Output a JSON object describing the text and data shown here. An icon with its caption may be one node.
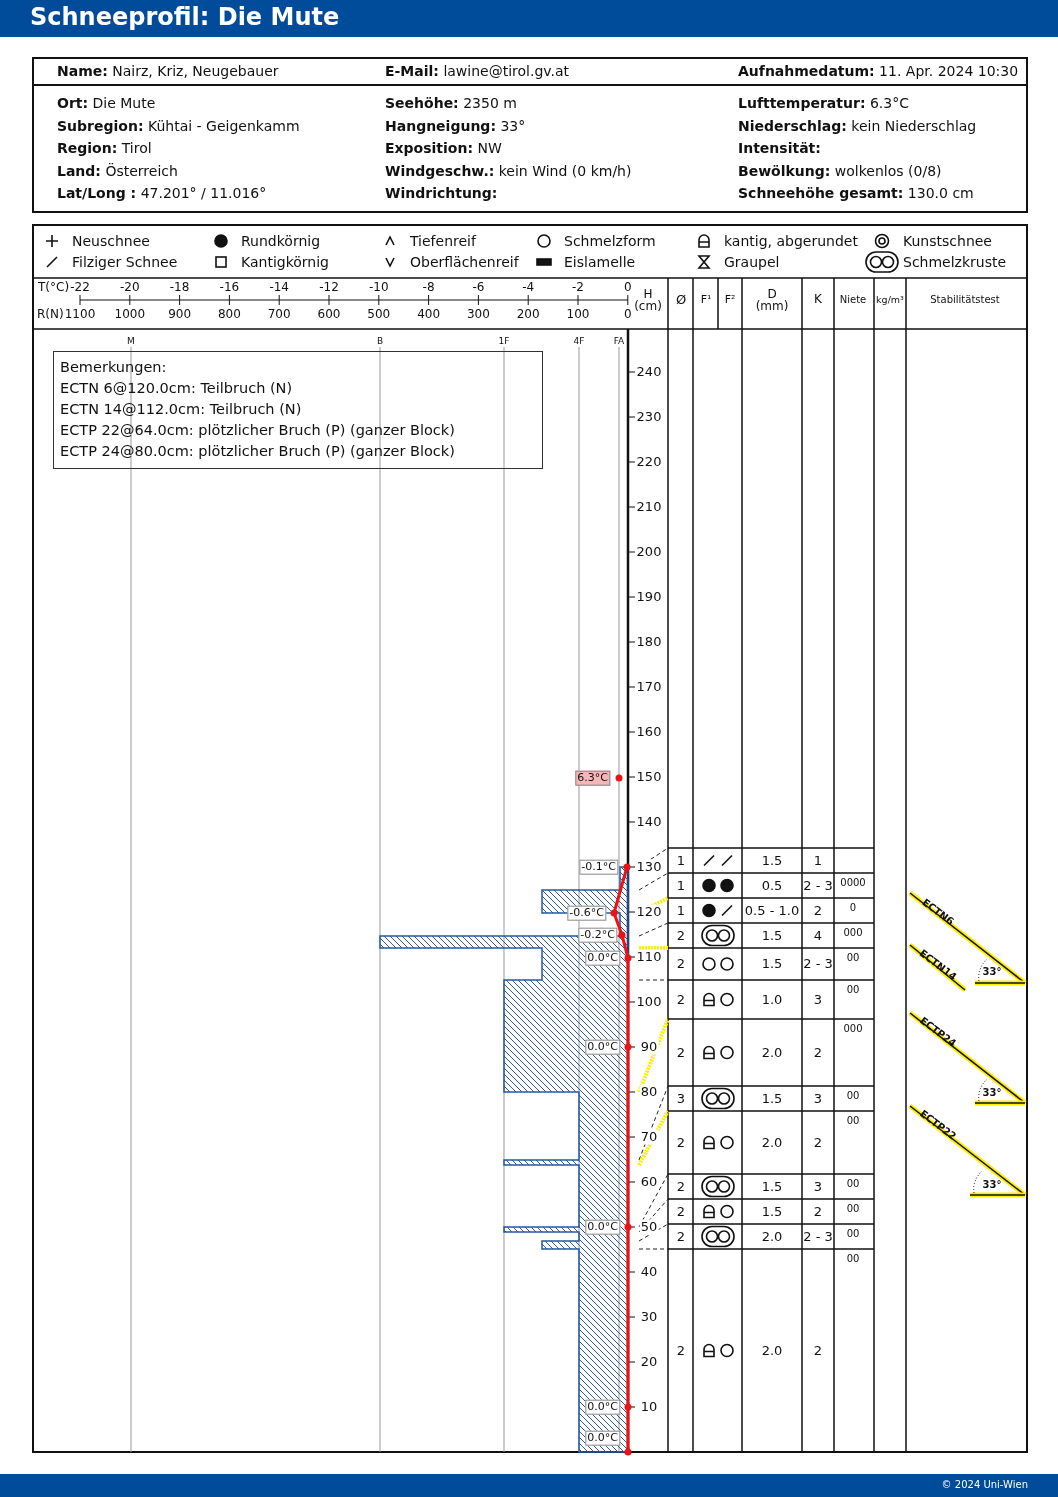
{
  "diagram": {
    "title": "Schneeprofil: Die Mute",
    "nodes": [
      {
        "text": [
          "Bemerkungen:",
          "ECTN 6@120.0cm: Teilbruch (N)",
          "ECTN 14@112.0cm: Teilbruch (N)",
          "ECTP 22@64.0cm: plötzlicher Bruch (P) (ganzer Block)",
          "ECTP 24@80.0cm: plötzlicher Bruch (P) (ganzer Block)"
        ]
      }
    ],
    "labels": [
      "**Name:** Nairz, Kriz, Neugebauer",
      "**E-Mail:** lawine@tirol.gv.at",
      "**Aufnahmedatum:** 11. Apr. 2024 10:30",
      "**Ort:** Die Mute",
      "**Subregion:** Kühtai - Geigenkamm",
      "**Region:** Tirol",
      "**Land:** Österreich",
      "**Lat/Long :** 47.201° / 11.016°",
      "**Seehöhe:** 2350 m",
      "**Hangneigung:** 33°",
      "**Exposition:** NW",
      "**Windgeschw.:** kein Wind (0 km/h)",
      "Windrichtung:",
      "**Lufttemperatur:** 6.3°C",
      "**Niederschlag:** kein Niederschlag",
      "Intensität:",
      "**Bewölkung:** wolkenlos (0/8)",
      "**Schneehöhe gesamt:** 130.0 cm",
      "T(°C)",
      "-22",
      "-20",
      "-18",
      "-16",
      "-14",
      "-12",
      "-10",
      "-8",
      "-6",
      "-4",
      "-2",
      "0",
      "R(N)",
      "1100",
      "1000",
      "900",
      "800",
      "700",
      "600",
      "500",
      "400",
      "300",
      "200",
      "100",
      "0",
      "H (cm)",
      "Ø",
      "F¹",
      "F²",
      "D (mm)",
      "K",
      "Niete",
      "kg/m³",
      "Stabilitätstest",
      "M",
      "B",
      "1F",
      "4F",
      "FA",
      "240",
      "230",
      "220",
      "210",
      "200",
      "190",
      "180",
      "170",
      "160",
      "150",
      "140",
      "130",
      "120",
      "110",
      "100",
      "90",
      "80",
      "70",
      "60",
      "50",
      "40",
      "30",
      "20",
      "10",
      "6.3°C",
      "-0.1°C",
      "-0.6°C",
      "-0.2°C",
      "0.0°C",
      "0.0°C",
      "0.0°C",
      "0.0°C",
      "0.0°C",
      "1",
      "1.5",
      "1",
      "1",
      "0.5",
      "2 - 3",
      "0000",
      "1",
      "0.5 - 1.0",
      "2",
      "0",
      "2",
      "1.5",
      "4",
      "000",
      "2",
      "1.5",
      "2 - 3",
      "00",
      "2",
      "1.0",
      "3",
      "00",
      "2",
      "2.0",
      "2",
      "000",
      "3",
      "1.5",
      "3",
      "00",
      "2",
      "2.0",
      "2",
      "00",
      "2",
      "1.5",
      "3",
      "00",
      "2",
      "1.5",
      "2",
      "00",
      "2",
      "2.0",
      "2 - 3",
      "00",
      "2",
      "2.0",
      "2",
      "00",
      "ECTN6",
      "ECTN14",
      "33°",
      "ECTP24",
      "33°",
      "ECTP22",
      "33°",
      "© 2024 Uni-Wien"
    ],
    "legend": [
      {
        "text": "Neuschnee"
      },
      {
        "text": "Rundkörnig"
      },
      {
        "text": "Tiefenreif"
      },
      {
        "text": "Schmelzform"
      },
      {
        "text": "kantig, abgerundet"
      },
      {
        "text": "Kunstschnee"
      },
      {
        "text": "Filziger Schnee"
      },
      {
        "text": "Kantigkörnig"
      },
      {
        "text": "Oberflächenreif"
      },
      {
        "text": "Eislamelle"
      },
      {
        "text": "Graupel"
      },
      {
        "text": "Schmelzkruste"
      }
    ]
  }
}
